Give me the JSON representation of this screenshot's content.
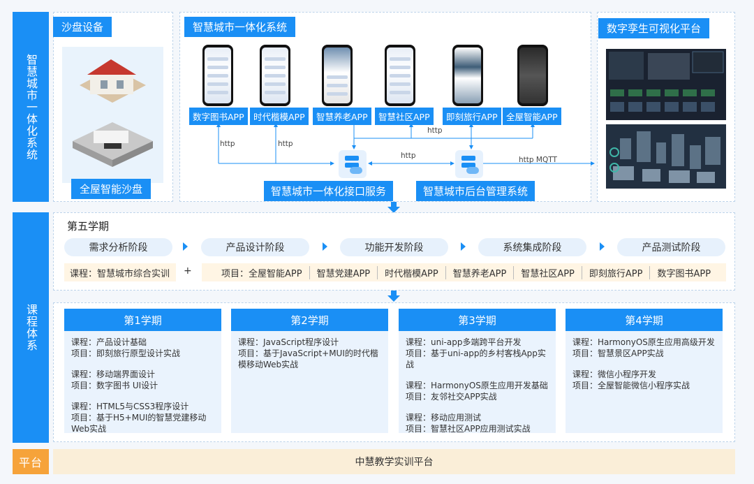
{
  "side_labels": {
    "top": "智慧城市一体化系统",
    "middle": "课程体系",
    "bottom": "平台"
  },
  "top": {
    "sandbox": {
      "title": "沙盘设备",
      "caption": "全屋智能沙盘"
    },
    "system": {
      "title": "智慧城市一体化系统",
      "apps": [
        "数字图书APP",
        "时代楷模APP",
        "智慧养老APP",
        "智慧社区APP",
        "即刻旅行APP",
        "全屋智能APP"
      ],
      "services": [
        "智慧城市一体化接口服务",
        "智慧城市后台管理系统"
      ],
      "labels": {
        "http1": "http",
        "http2": "http",
        "http3": "http",
        "http4": "http",
        "mqtt": "http  MQTT"
      }
    },
    "twin": {
      "title": "数字孪生可视化平台"
    }
  },
  "semester5": {
    "title": "第五学期",
    "phases": [
      "需求分析阶段",
      "产品设计阶段",
      "功能开发阶段",
      "系统集成阶段",
      "产品测试阶段"
    ],
    "course": "课程：智慧城市综合实训",
    "plus": "+",
    "projects": [
      "项目：全屋智能APP",
      "智慧党建APP",
      "时代楷模APP",
      "智慧养老APP",
      "智慧社区APP",
      "即刻旅行APP",
      "数字图书APP"
    ]
  },
  "semesters": [
    {
      "title": "第1学期",
      "lines": [
        [
          "课程：产品设计基础",
          "项目：即刻旅行原型设计实战"
        ],
        [
          "课程：移动端界面设计",
          "项目：数字图书 UI设计"
        ],
        [
          "课程：HTML5与CSS3程序设计",
          "项目：基于H5+MUI的智慧党建移动Web实战"
        ]
      ]
    },
    {
      "title": "第2学期",
      "lines": [
        [
          "课程：JavaScript程序设计",
          "项目：基于JavaScript+MUI的时代楷模移动Web实战"
        ]
      ]
    },
    {
      "title": "第3学期",
      "lines": [
        [
          "课程：uni-app多端跨平台开发",
          "项目：基于uni-app的乡村客栈App实战"
        ],
        [
          "课程：HarmonyOS原生应用开发基础",
          "项目：友邻社交APP实战"
        ],
        [
          "课程：移动应用测试",
          "项目：智慧社区APP应用测试实战"
        ]
      ]
    },
    {
      "title": "第4学期",
      "lines": [
        [
          "课程：HarmonyOS原生应用高级开发",
          "项目：智慧景区APP实战"
        ],
        [
          "课程：微信小程序开发",
          "项目：全屋智能微信小程序实战"
        ]
      ]
    }
  ],
  "platform": "中慧教学实训平台",
  "colors": {
    "primary": "#1a8ff5",
    "accent": "#f6a33a",
    "light": "#eaf3fd",
    "beige": "#fff5e4"
  }
}
